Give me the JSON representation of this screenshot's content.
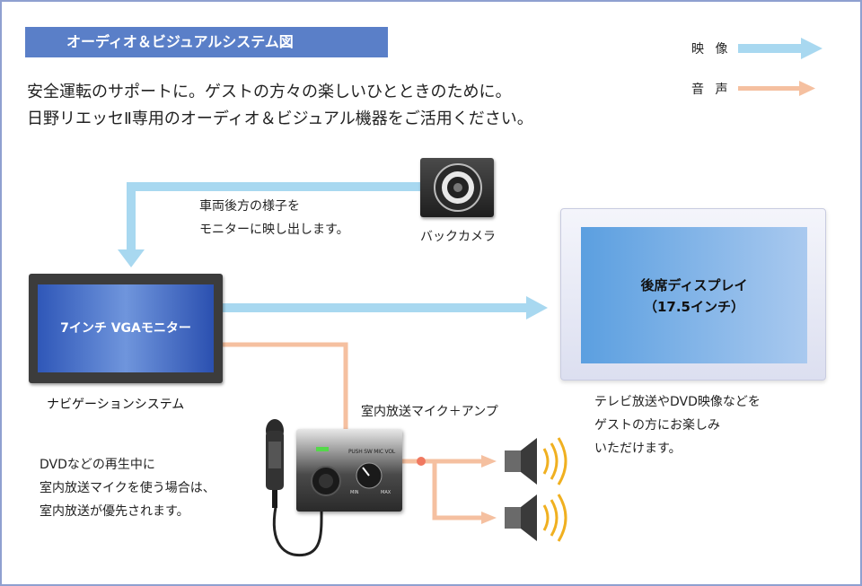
{
  "header": {
    "title": "オーディオ＆ビジュアルシステム図",
    "intro_line1": "安全運転のサポートに。ゲストの方々の楽しいひとときのために。",
    "intro_line2": "日野リエッセⅡ専用のオーディオ＆ビジュアル機器をご活用ください。"
  },
  "legend": {
    "video_label": "映 像",
    "audio_label": "音 声",
    "video_color": "#a8d8f0",
    "audio_color": "#f5c0a0"
  },
  "camera": {
    "label": "バックカメラ",
    "caption_line1": "車両後方の様子を",
    "caption_line2": "モニターに映し出します。"
  },
  "monitor": {
    "screen_label": "7インチ VGAモニター",
    "label": "ナビゲーションシステム"
  },
  "rear_display": {
    "screen_line1": "後席ディスプレイ",
    "screen_line2": "（17.5インチ）",
    "caption_line1": "テレビ放送やDVD映像などを",
    "caption_line2": "ゲストの方にお楽しみ",
    "caption_line3": "いただけます。"
  },
  "amp": {
    "label": "室内放送マイク＋アンプ",
    "panel_text": "PUSH SW MIC VOL",
    "min_text": "MIN",
    "max_text": "MAX"
  },
  "note": {
    "line1": "DVDなどの再生中に",
    "line2": "室内放送マイクを使う場合は、",
    "line3": "室内放送が優先されます。"
  }
}
